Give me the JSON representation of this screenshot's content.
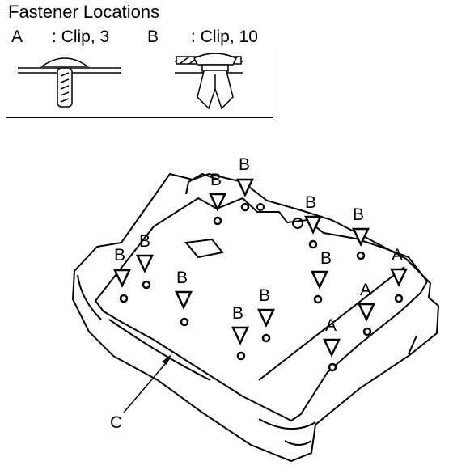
{
  "title": "Fastener Locations",
  "legend": [
    {
      "key": "A",
      "desc": ": Clip, 3"
    },
    {
      "key": "B",
      "desc": ": Clip, 10"
    }
  ],
  "callout": "C",
  "markers": [
    "B",
    "B",
    "B",
    "B",
    "B",
    "B",
    "B",
    "B",
    "B",
    "B",
    "A",
    "A",
    "A"
  ]
}
